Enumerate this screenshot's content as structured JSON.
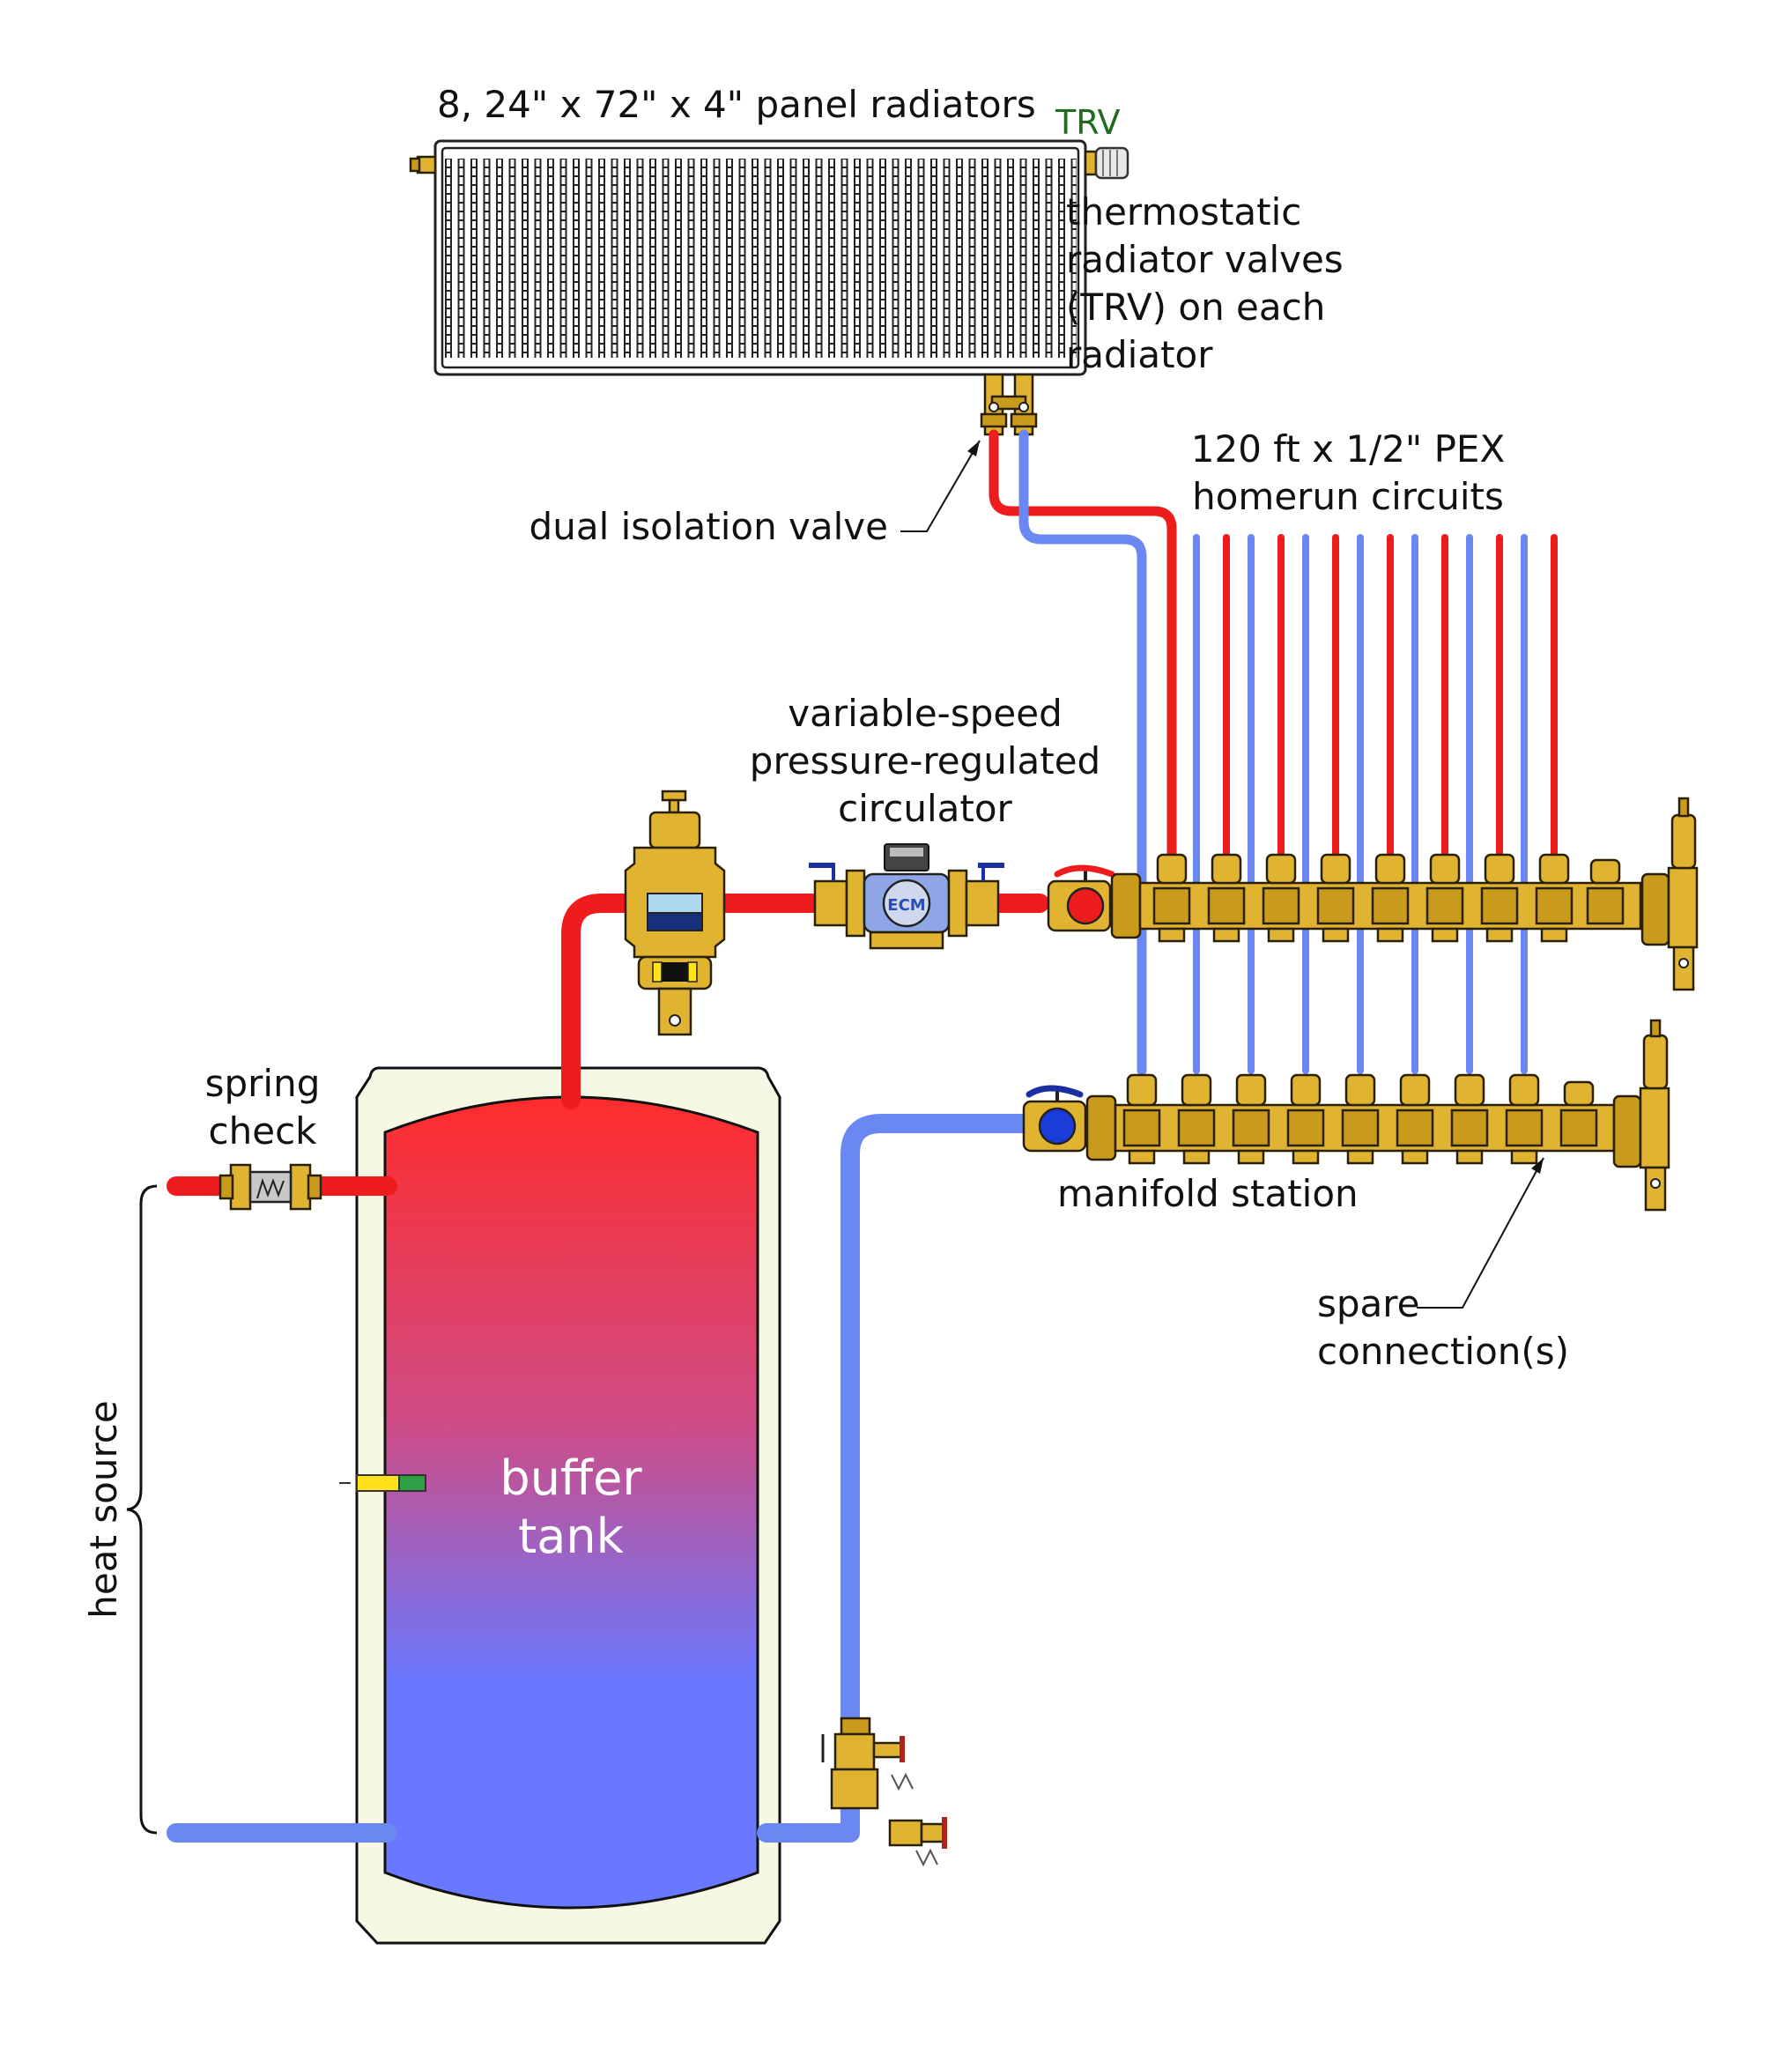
{
  "colors": {
    "hot": "#ee1c1c",
    "cold": "#6b87f2",
    "brass": "#e0b430",
    "tank_shell": "#f6f8e4",
    "trv_label": "#1f6b1f",
    "tank_top": "#ff2c2c",
    "tank_bottom": "#6a78ff"
  },
  "labels": {
    "radiators": "8, 24\" x 72\" x 4\" panel radiators",
    "trv": "TRV",
    "trv_desc": [
      "thermostatic",
      "radiator valves",
      "(TRV) on each",
      "radiator"
    ],
    "dual_isolation_valve": "dual isolation valve",
    "pex_circuits": [
      "120 ft x 1/2\" PEX",
      "homerun circuits"
    ],
    "circulator": [
      "variable-speed",
      "pressure-regulated",
      "circulator"
    ],
    "circulator_badge": "ECM",
    "spring_check": [
      "spring",
      "check"
    ],
    "manifold_station": "manifold station",
    "spare_connections": [
      "spare",
      "connection(s)"
    ],
    "heat_source": "heat source",
    "buffer_tank": [
      "buffer",
      "tank"
    ]
  },
  "icons": {
    "radiator": "panel-radiator-icon",
    "trv": "thermostatic-valve-icon",
    "air_separator": "air-dirt-separator-icon",
    "circulator": "circulator-pump-icon",
    "check_valve": "spring-check-valve-icon",
    "manifold": "manifold-icon",
    "ball_valve": "ball-valve-icon",
    "drain_valve": "drain-valve-icon",
    "relief_valve": "relief-valve-icon",
    "sensor": "temperature-sensor-icon"
  }
}
